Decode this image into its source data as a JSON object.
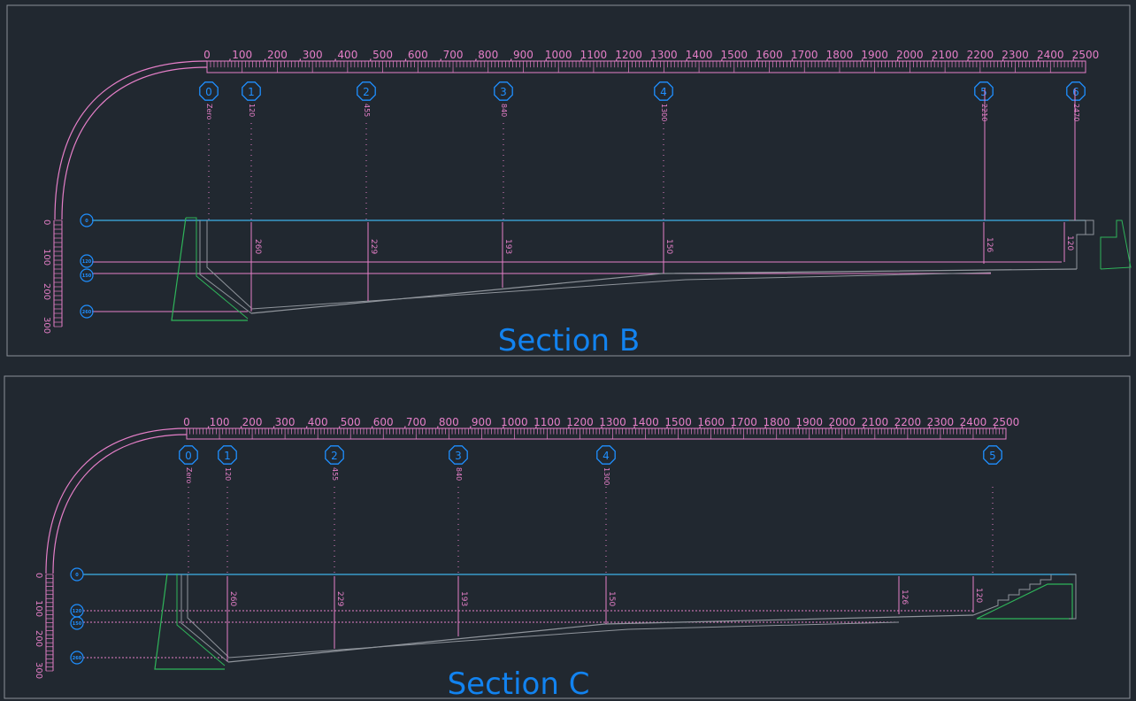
{
  "sections": [
    {
      "title": "Section B",
      "ruler_ticks": [
        "0",
        "100",
        "200",
        "300",
        "400",
        "500",
        "600",
        "700",
        "800",
        "900",
        "1000",
        "1100",
        "1200",
        "1300",
        "1400",
        "1500",
        "1600",
        "1700",
        "1800",
        "1900",
        "2000",
        "2100",
        "2200",
        "2300",
        "2400",
        "2500"
      ],
      "depth_ticks": [
        "0",
        "100",
        "200",
        "300"
      ],
      "markers": [
        {
          "label": "0",
          "value": "Zero"
        },
        {
          "label": "1",
          "value": "120"
        },
        {
          "label": "2",
          "value": "455"
        },
        {
          "label": "3",
          "value": "840"
        },
        {
          "label": "4",
          "value": "1300"
        },
        {
          "label": "5",
          "value": "2210"
        },
        {
          "label": "6",
          "value": "2470"
        }
      ],
      "level_markers": [
        "0",
        "120",
        "150",
        "260"
      ],
      "depth_dims": [
        "260",
        "229",
        "193",
        "150",
        "126",
        "120"
      ]
    },
    {
      "title": "Section C",
      "ruler_ticks": [
        "0",
        "100",
        "200",
        "300",
        "400",
        "500",
        "600",
        "700",
        "800",
        "900",
        "1000",
        "1100",
        "1200",
        "1300",
        "1400",
        "1500",
        "1600",
        "1700",
        "1800",
        "1900",
        "2000",
        "2100",
        "2200",
        "2300",
        "2400",
        "2500"
      ],
      "depth_ticks": [
        "0",
        "100",
        "200",
        "300"
      ],
      "markers": [
        {
          "label": "0",
          "value": "Zero"
        },
        {
          "label": "1",
          "value": "120"
        },
        {
          "label": "2",
          "value": "455"
        },
        {
          "label": "3",
          "value": "840"
        },
        {
          "label": "4",
          "value": "1300"
        },
        {
          "label": "5",
          "value": ""
        }
      ],
      "level_markers": [
        "0",
        "120",
        "150",
        "260"
      ],
      "depth_dims": [
        "260",
        "229",
        "193",
        "150",
        "126",
        "120"
      ]
    }
  ],
  "colors": {
    "background": "#212830",
    "pink": "#e57fc8",
    "cyan": "#3fb2e8",
    "blue": "#1f8fff",
    "green": "#2fb45a",
    "gray": "#8f949b",
    "title_blue": "#1283f0"
  }
}
